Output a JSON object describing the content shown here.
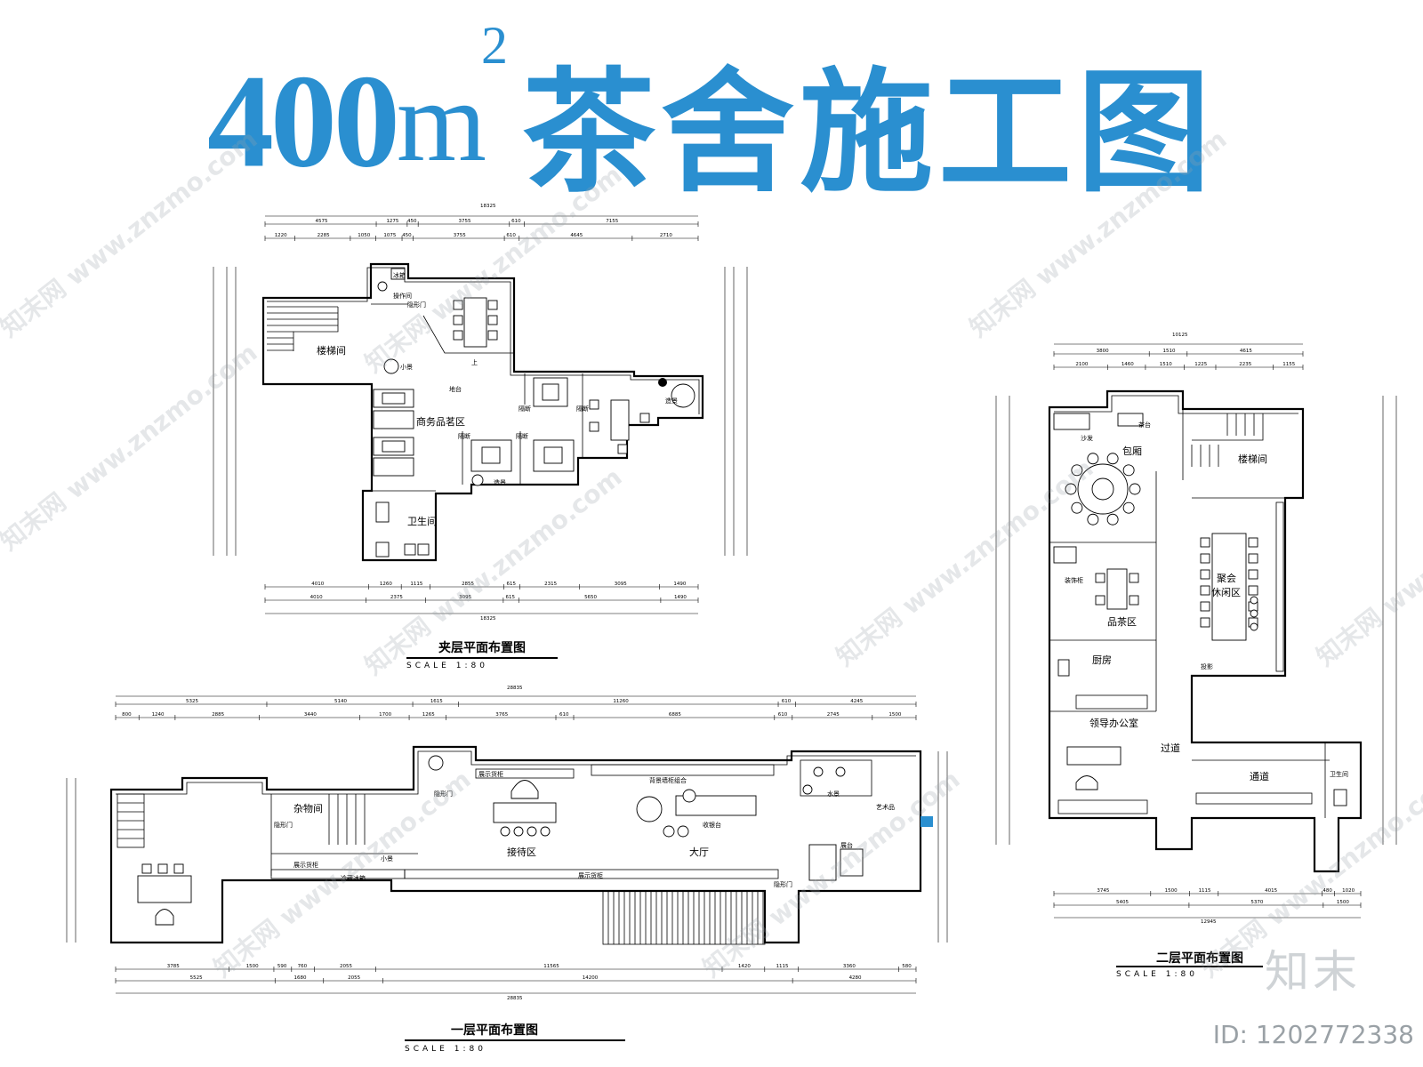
{
  "title": {
    "number": "400",
    "unit": "m",
    "sup": "2",
    "text": "茶舍施工图"
  },
  "mezzanine": {
    "plan_title": "夹层平面布置图",
    "scale": "SCALE 1:80",
    "rooms": {
      "stair": "楼梯间",
      "business": "商务品茗区",
      "toilet": "卫生间",
      "fridge": "冰箱",
      "operation": "操作间",
      "hidden_door": "隐形门",
      "small_scene": "小景",
      "platform": "地台",
      "up": "上",
      "partition": "隔断",
      "landscape": "造景"
    },
    "dims_top_total": "18325",
    "dims_top_1": [
      "4575",
      "1275",
      "450",
      "3755",
      "610",
      "7155"
    ],
    "dims_top_2": [
      "1220",
      "2285",
      "1050",
      "1075",
      "450",
      "3755",
      "610",
      "4645",
      "2710"
    ],
    "dims_bot_1": [
      "4010",
      "1260",
      "1115",
      "2855",
      "615",
      "2315",
      "3095",
      "1490"
    ],
    "dims_bot_2": [
      "4010",
      "2375",
      "3095",
      "615",
      "5650",
      "1490"
    ],
    "dims_bot_total": "18325"
  },
  "ground": {
    "plan_title": "一层平面布置图",
    "scale": "SCALE 1:80",
    "rooms": {
      "storage": "杂物间",
      "reception": "接待区",
      "hall": "大厅",
      "display_shelf": "展示货柜",
      "background_cabinet": "背景墙柜组合",
      "cashier": "收银台",
      "water_scene": "水景",
      "art": "艺术品",
      "hidden_door": "隐形门",
      "small_scene": "小景",
      "cold_storage": "冷藏冰箱",
      "display_platform": "展台"
    },
    "dims_top_total": "28835",
    "dims_top_1": [
      "5325",
      "5140",
      "1615",
      "11260",
      "610",
      "4245"
    ],
    "dims_top_2": [
      "800",
      "1240",
      "2885",
      "3440",
      "1700",
      "1265",
      "3765",
      "610",
      "6885",
      "610",
      "2745",
      "1500"
    ],
    "dims_bot_1": [
      "3785",
      "1500",
      "590",
      "760",
      "2055",
      "11565",
      "1420",
      "1115",
      "3360",
      "580"
    ],
    "dims_bot_2": [
      "5525",
      "1680",
      "2055",
      "14200",
      "4280"
    ],
    "dims_bot_total": "28835"
  },
  "second": {
    "plan_title": "二层平面布置图",
    "scale": "SCALE 1:80",
    "rooms": {
      "private_room": "包厢",
      "stair": "楼梯间",
      "tea_area": "品茶区",
      "gathering": "聚会",
      "leisure": "休闲区",
      "kitchen": "厨房",
      "office": "领导办公室",
      "corridor": "过道",
      "passage": "通道",
      "toilet": "卫生间",
      "sofa": "沙发",
      "tea_table": "茶台",
      "decor_cabinet": "装饰柜",
      "projection": "投影"
    },
    "dims_top_total": "10125",
    "dims_top_1": [
      "3800",
      "1510",
      "4615"
    ],
    "dims_top_2": [
      "2100",
      "1460",
      "1510",
      "1225",
      "2235",
      "1155"
    ],
    "dims_bot_1": [
      "3745",
      "1500",
      "1115",
      "4015",
      "480",
      "1020"
    ],
    "dims_bot_2": [
      "5405",
      "5370",
      "1500"
    ],
    "dims_bot_total": "12945"
  },
  "watermark": "知末网 www.znzmo.com",
  "brand": "知末",
  "image_id": "ID: 1202772338"
}
